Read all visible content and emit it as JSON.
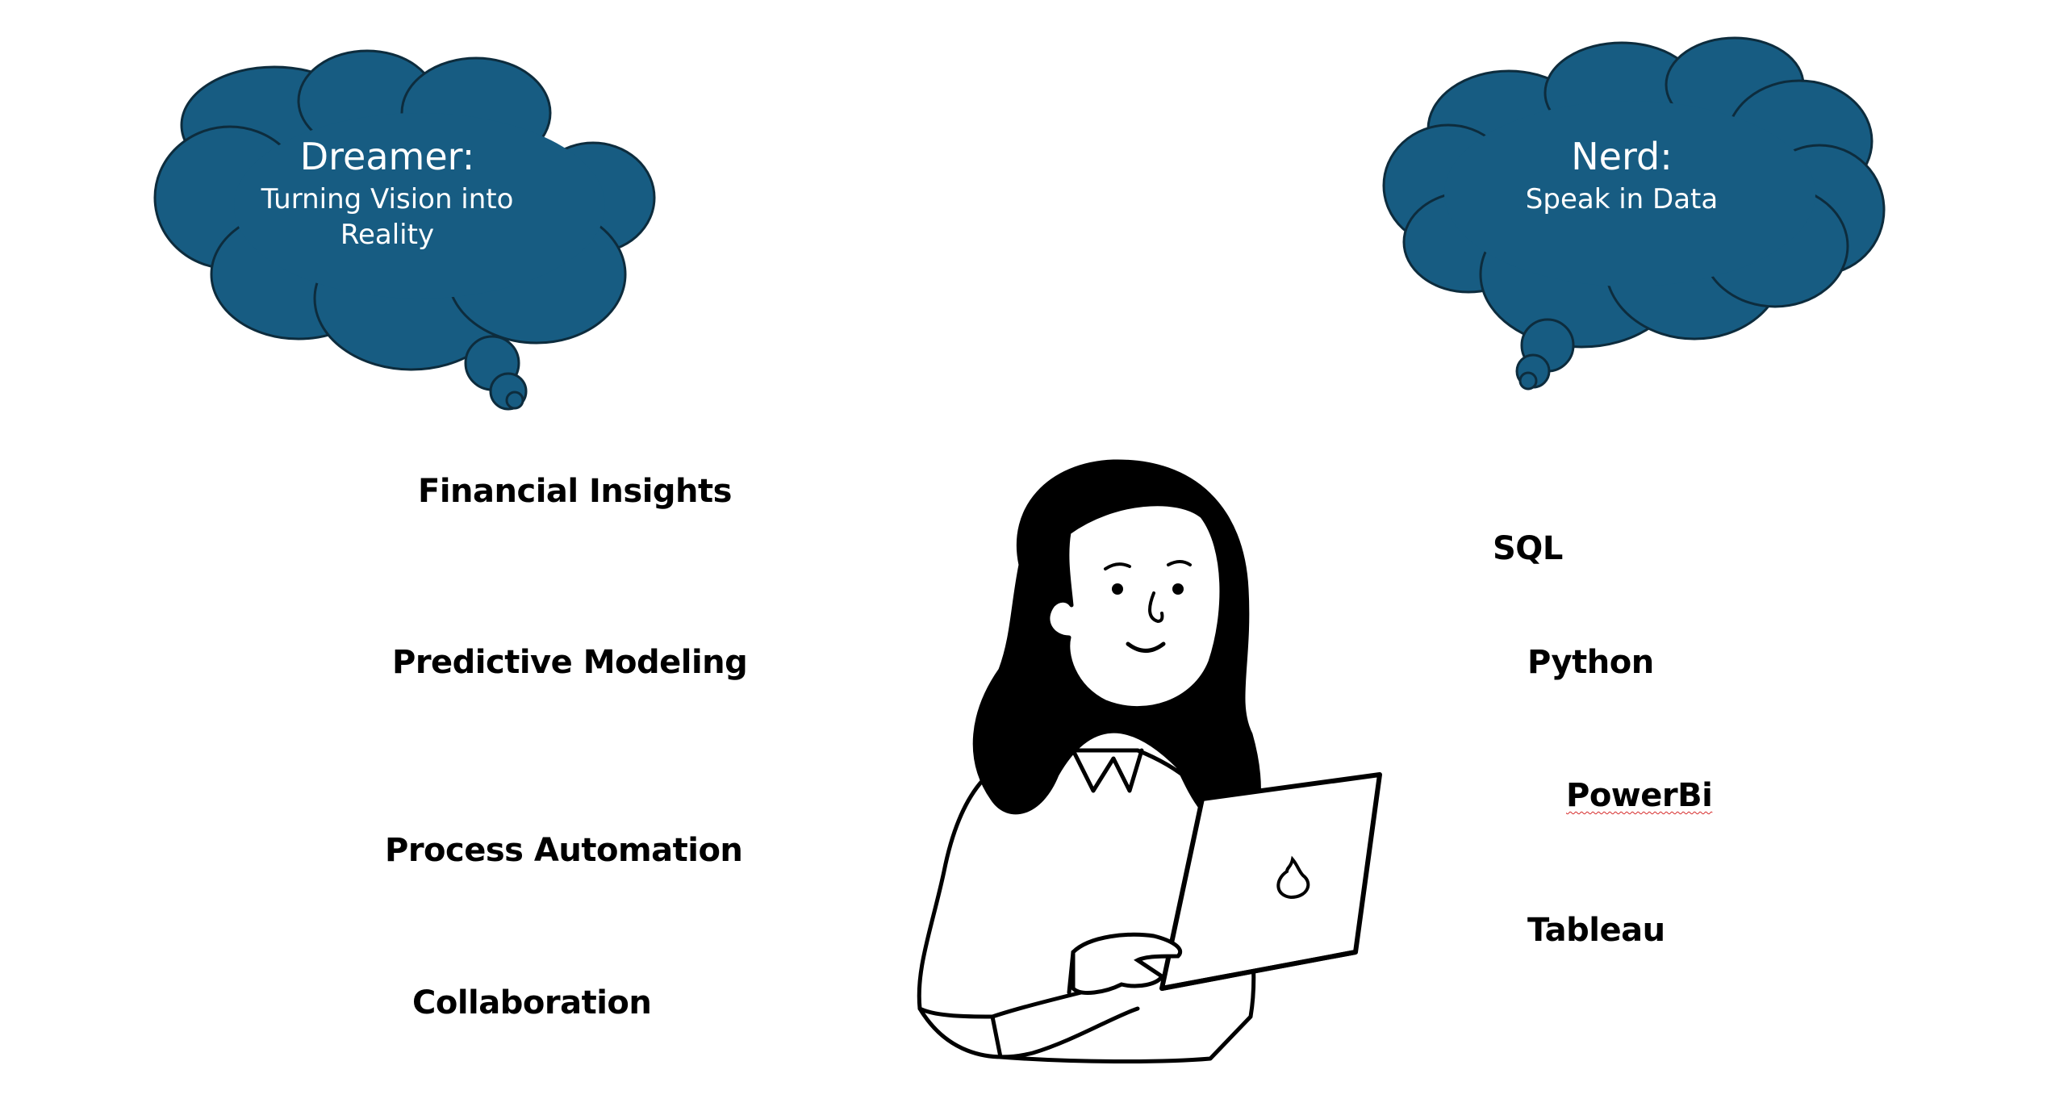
{
  "colors": {
    "cloud_fill": "#175c82",
    "cloud_stroke": "#0d2c3d",
    "text_on_cloud": "#ffffff",
    "label_text": "#000000"
  },
  "dreamer_cloud": {
    "title": "Dreamer:",
    "subtitle_line1": "Turning Vision into",
    "subtitle_line2": "Reality"
  },
  "nerd_cloud": {
    "title": "Nerd:",
    "subtitle": "Speak in Data"
  },
  "dreamer_skills": [
    "Financial Insights",
    "Predictive Modeling",
    "Process Automation",
    "Collaboration"
  ],
  "nerd_skills": [
    "SQL",
    "Python",
    "PowerBi",
    "Tableau"
  ],
  "illustration": {
    "icon": "person-with-laptop-icon"
  }
}
